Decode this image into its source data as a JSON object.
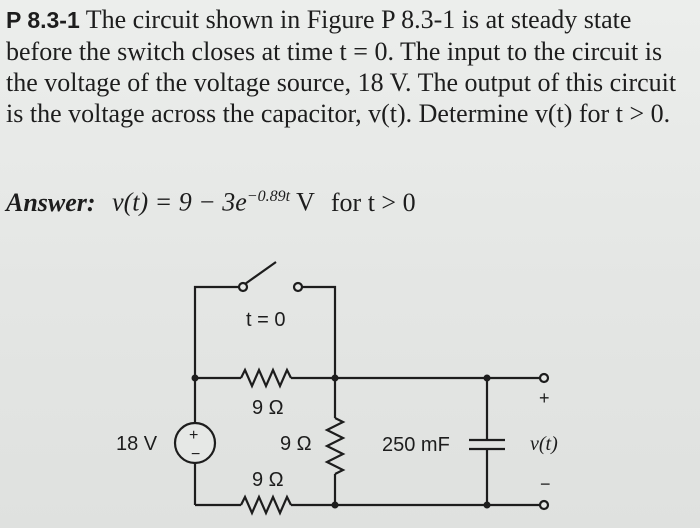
{
  "problem": {
    "number": "P 8.3-1",
    "text": "The circuit shown in Figure P 8.3-1 is at steady state before the switch closes at time t = 0. The input to the circuit is the voltage of the voltage source, 18 V. The output of this circuit is the voltage across the capacitor, v(t). Determine v(t) for t > 0."
  },
  "answer": {
    "label": "Answer:",
    "lhs": "v(t) = 9 − 3e",
    "exponent": "−0.89t",
    "unit": " V",
    "condition": "for t > 0"
  },
  "circuit": {
    "switch_label": "t = 0",
    "source_label": "18 V",
    "source_plus": "+",
    "source_minus": "−",
    "r_top": "9 Ω",
    "r_mid": "9 Ω",
    "r_bottom": "9 Ω",
    "capacitor": "250 mF",
    "output_label": "v(t)",
    "out_plus": "+",
    "out_minus": "−"
  }
}
